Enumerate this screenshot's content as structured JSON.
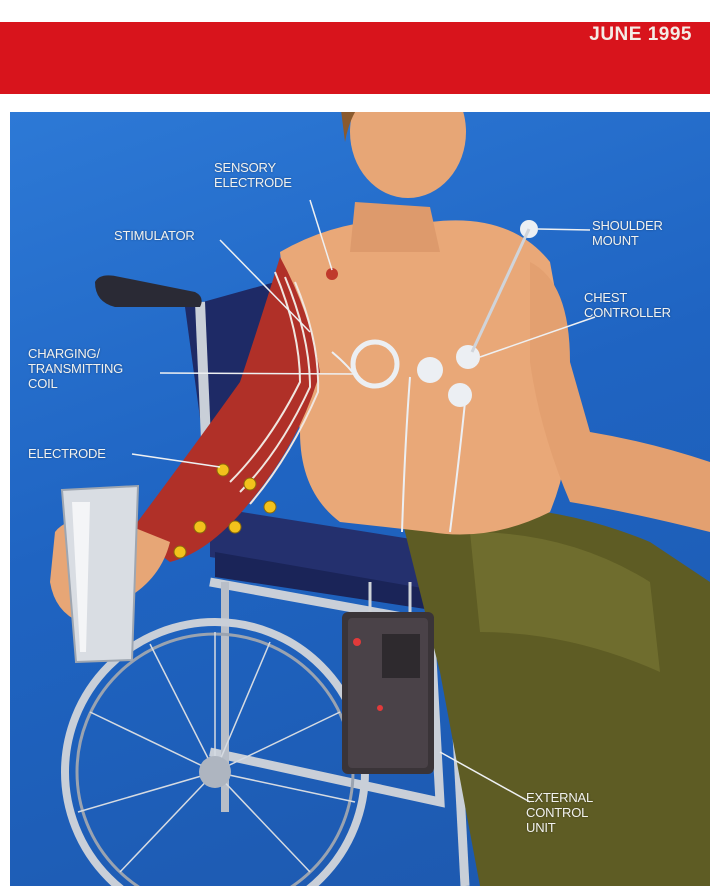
{
  "header": {
    "date": "JUNE 1995"
  },
  "labels": {
    "sensory_electrode": [
      "SENSORY",
      "ELECTRODE"
    ],
    "stimulator": "STIMULATOR",
    "charging_coil": [
      "CHARGING/",
      "TRANSMITTING",
      "COIL"
    ],
    "electrode": "ELECTRODE",
    "shoulder_mount": [
      "SHOULDER",
      "MOUNT"
    ],
    "chest_controller": [
      "CHEST",
      "CONTROLLER"
    ],
    "external_control_unit": [
      "EXTERNAL",
      "CONTROL",
      "UNIT"
    ]
  },
  "colors": {
    "banner": "#d8141c",
    "background": "#1f64c2",
    "skin": "#e9a878",
    "hair": "#8a5a2e",
    "pants": "#5e5c24",
    "wheelchair_seat": "#24306e"
  }
}
